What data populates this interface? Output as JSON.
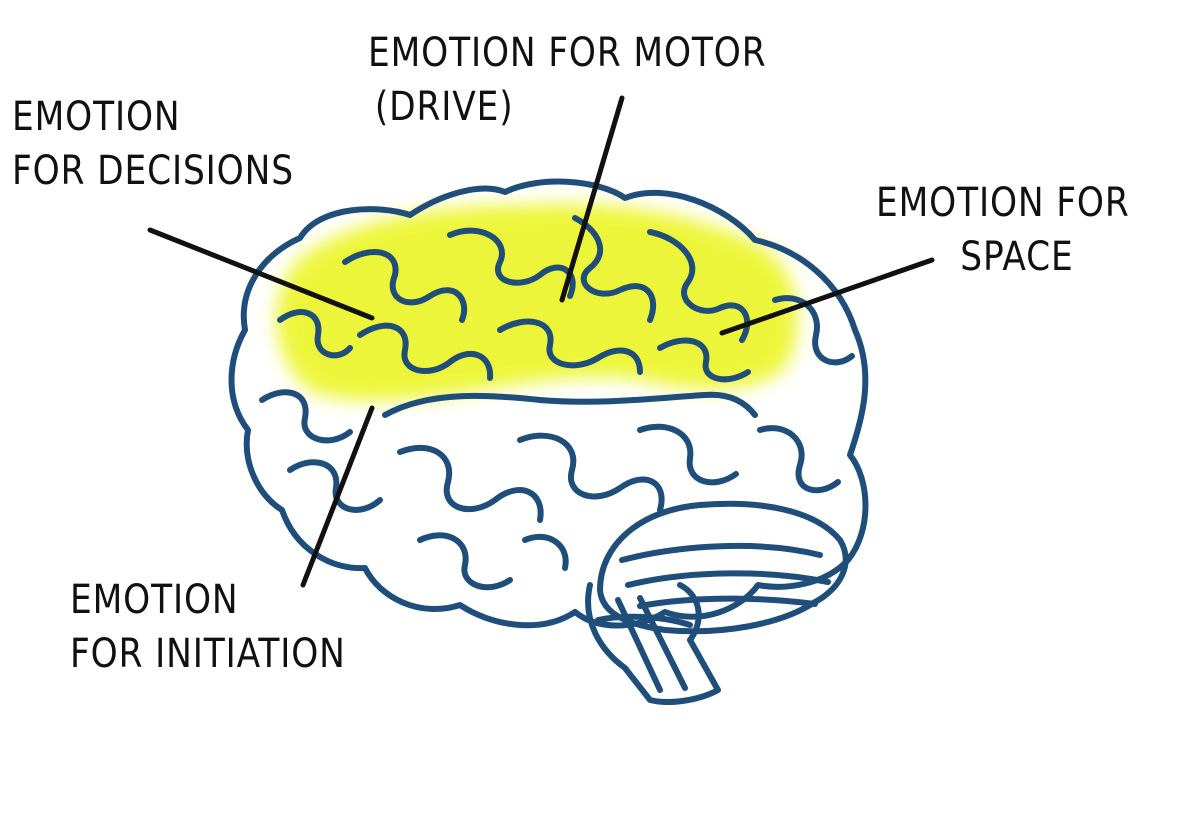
{
  "colors": {
    "outline": "#1f4e7a",
    "highlight": "#ecf52a",
    "pointer": "#111111",
    "background": "#ffffff"
  },
  "labels": {
    "decisions": {
      "line1": "EMOTION",
      "line2": "FOR DECISIONS"
    },
    "motor": {
      "line1": "EMOTION FOR MOTOR",
      "line2": "(DRIVE)"
    },
    "space": {
      "line1": "EMOTION FOR",
      "line2": "SPACE"
    },
    "initiation": {
      "line1": "EMOTION",
      "line2": "FOR INITIATION"
    }
  }
}
